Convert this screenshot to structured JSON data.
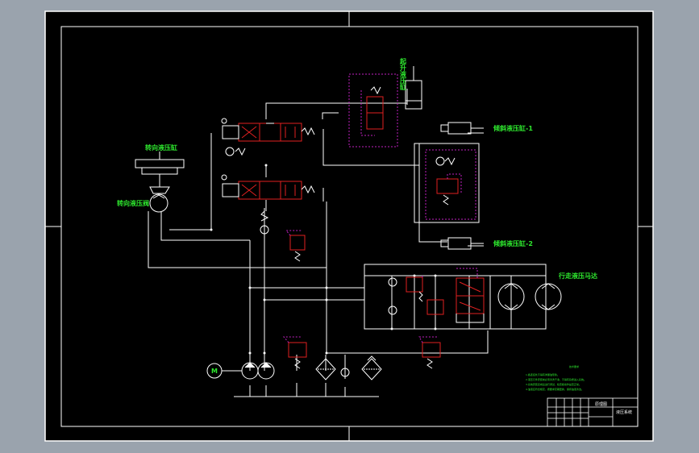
{
  "drawing": {
    "background_color": "#000000",
    "line_color": "#ffffff",
    "label_color": "#2ee82e",
    "valve_color": "#e02020",
    "pilot_color": "#c020c0",
    "labels": {
      "boom_cylinder": "起升液压缸",
      "steering_cylinder": "转向液压缸",
      "steering_motor": "转向液压阀",
      "tilt_cylinder_1": "倾斜液压缸-1",
      "tilt_cylinder_2": "倾斜液压缸-2",
      "travel_motor": "行走液压马达",
      "motor_symbol": "M"
    },
    "notes_title": "技术要求",
    "notes_lines": [
      "1.各连接处不得有渗漏油现象。",
      "2.液压元件安装前必须清洗干净，不得有杂质进入系统。",
      "3.系统安装完成后进行调试，检查各动作是否正常。",
      "4.油液应符合规定，按要求定期更换，保持油液清洁。"
    ],
    "title_block": {
      "center_text": "原理图",
      "right_text": "液压系统"
    }
  }
}
